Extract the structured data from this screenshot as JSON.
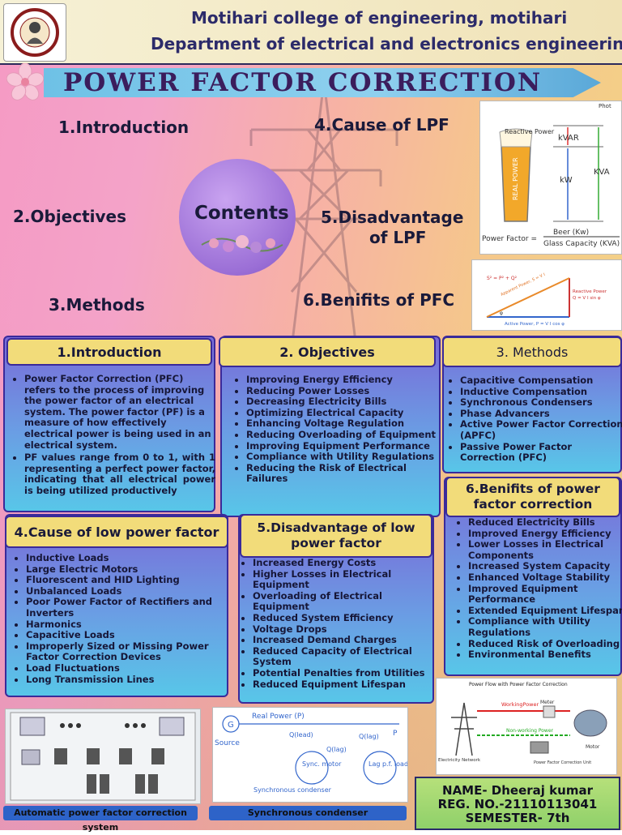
{
  "header": {
    "college": "Motihari college of engineering, motihari",
    "department": "Department of electrical and electronics engineering"
  },
  "title": "POWER FACTOR CORRECTION",
  "toc": {
    "center_label": "Contents",
    "items": [
      "1.Introduction",
      "2.Objectives",
      "3.Methods",
      "4.Cause of LPF",
      "5.Disadvantage",
      "of LPF",
      "6.Benifits of PFC"
    ]
  },
  "beer_diagram": {
    "corner_label": "Phot",
    "reactive": "Reactive Power",
    "kvar": "kVAR",
    "kw": "kW",
    "kva": "KVA",
    "real_power": "REAL POWER",
    "pf_label": "Power Factor =",
    "numerator": "Beer (Kw)",
    "denominator": "Glass Capacity (KVA)"
  },
  "triangle_diagram": {
    "formula": "S² = P² + Q²",
    "apparent": "Apparent Power, S = V I",
    "reactive": "Reactive Power",
    "reactive_eq": "Q = V I sin φ",
    "active": "Active Power, P = V I cos φ",
    "angle": "φ"
  },
  "sections": {
    "introduction": {
      "title": "1.Introduction",
      "items": [
        "Power Factor Correction (PFC) refers to the process of improving the power factor of an electrical system. The power factor (PF) is a measure of how effectively electrical power is being used in an electrical system.",
        "PF values range from 0 to 1, with 1 representing a perfect power factor, indicating that all electrical power is being utilized productively"
      ]
    },
    "objectives": {
      "title": "2. Objectives",
      "items": [
        "Improving Energy Efficiency",
        "Reducing Power Losses",
        "Decreasing Electricity Bills",
        "Optimizing Electrical Capacity",
        "Enhancing Voltage Regulation",
        "Reducing Overloading of Equipment",
        "Improving Equipment Performance",
        "Compliance with Utility Regulations",
        "Reducing the Risk of Electrical Failures"
      ]
    },
    "methods": {
      "title": "3. Methods",
      "items": [
        "Capacitive Compensation",
        "Inductive Compensation",
        "Synchronous Condensers",
        "Phase Advancers",
        "Active Power Factor Correction (APFC)",
        "Passive Power Factor Correction (PFC)"
      ]
    },
    "causes": {
      "title": "4.Cause of low power factor",
      "items": [
        "Inductive Loads",
        "Large Electric Motors",
        "Fluorescent and HID Lighting",
        "Unbalanced Loads",
        "Poor Power Factor of Rectifiers and Inverters",
        "Harmonics",
        "Capacitive Loads",
        "Improperly Sized or Missing Power Factor Correction Devices",
        "Load Fluctuations",
        "Long Transmission Lines"
      ]
    },
    "disadvantages": {
      "title": "5.Disadvantage of low power factor",
      "items": [
        "Increased Energy Costs",
        "Higher Losses in Electrical Equipment",
        "Overloading of Electrical Equipment",
        "Reduced System Efficiency",
        "Voltage Drops",
        "Increased Demand Charges",
        "Reduced Capacity of Electrical System",
        "Potential Penalties from Utilities",
        "Reduced Equipment Lifespan"
      ]
    },
    "benefits": {
      "title": "6.Benifits of power factor correction",
      "items": [
        "Reduced Electricity Bills",
        "Improved Energy Efficiency",
        "Lower Losses in Electrical Components",
        "Increased System Capacity",
        "Enhanced Voltage Stability",
        "Improved Equipment Performance",
        "Extended Equipment Lifespan",
        "Compliance with Utility Regulations",
        "Reduced Risk of Overloading",
        "Environmental Benefits"
      ]
    }
  },
  "power_flow": {
    "title": "Power Flow with Power Factor Correction",
    "working": "WorkingPower",
    "meter": "Meter",
    "nonworking": "Non-working Power",
    "network": "Electricity Network",
    "unit": "Power Factor Correction Unit",
    "motor": "Motor"
  },
  "condenser_diagram": {
    "real_power": "Real Power (P)",
    "source": "Source",
    "q_lead": "Q(lead)",
    "q_lag": "Q(lag)",
    "q_lag2": "Q(lag)",
    "p": "P",
    "sync_motor": "Sync. motor",
    "lag_load": "Lag p.f. load",
    "condenser": "Synchronous condenser",
    "g": "G"
  },
  "captions": {
    "apfc": "Automatic power factor correction system",
    "sync": "Synchronous condenser"
  },
  "student": {
    "name": "NAME- Dheeraj kumar",
    "reg": "REG. NO.-21110113041",
    "semester": "SEMESTER- 7th"
  },
  "colors": {
    "panel_title": "#f2dc7a",
    "panel_border": "#3a2a9a",
    "banner": "#6ec1e6",
    "name_box": "#9fd86e"
  }
}
